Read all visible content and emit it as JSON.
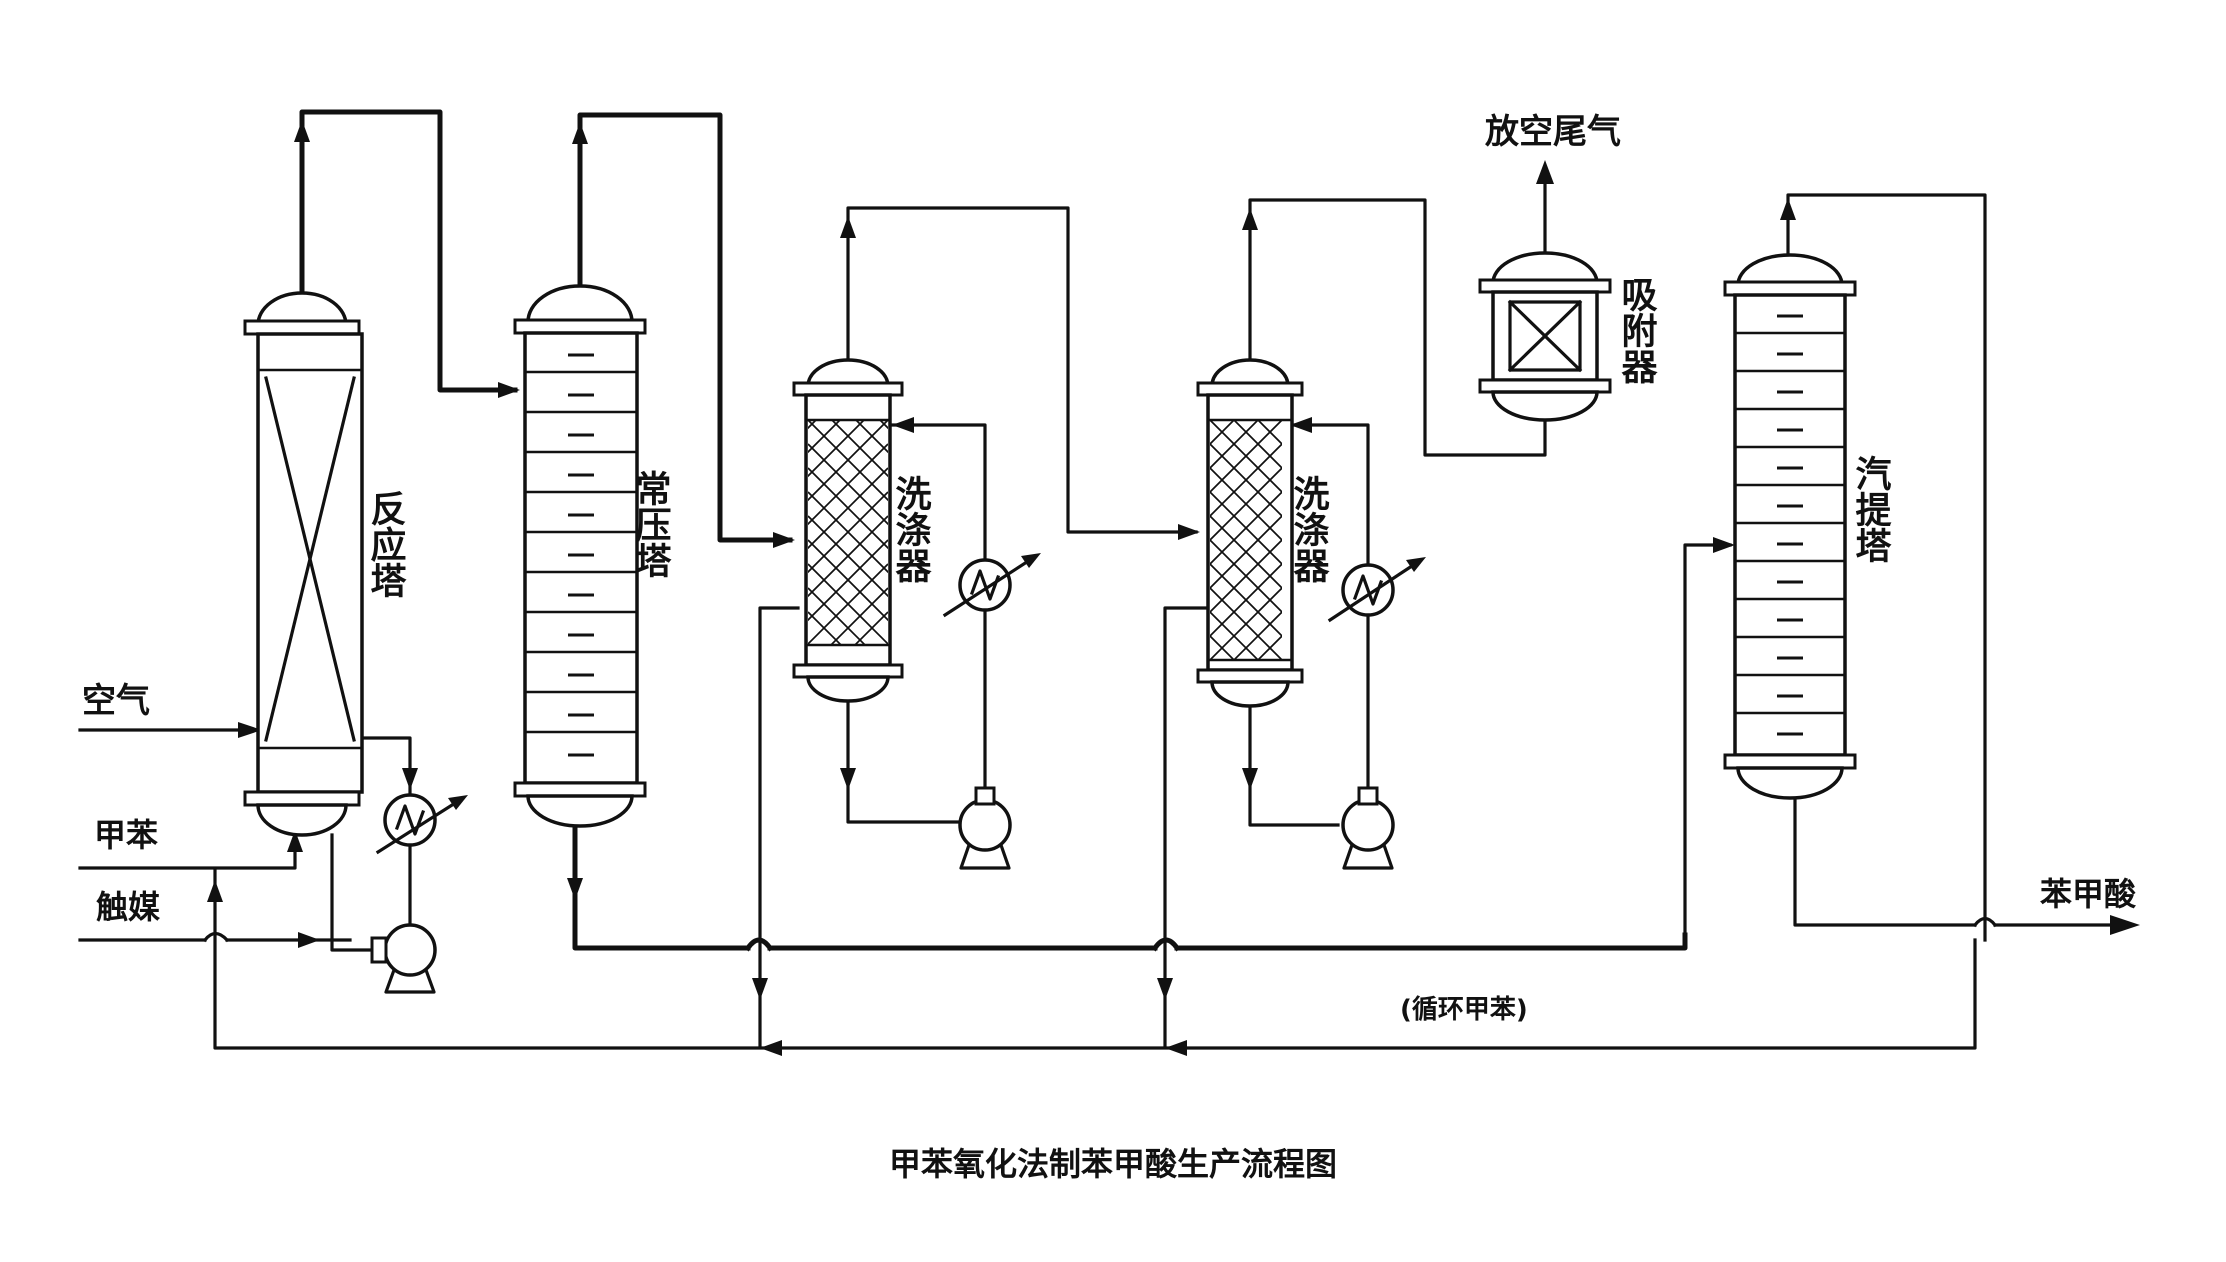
{
  "title": "甲苯氧化法制苯甲酸生产流程图",
  "equipment": {
    "reactor": "反应塔",
    "atmospheric_tower": "常压塔",
    "washer_1": "洗涤器",
    "washer_2": "洗涤器",
    "adsorber": "吸附器",
    "stripper": "汽提塔"
  },
  "streams": {
    "air": "空气",
    "toluene": "甲苯",
    "catalyst": "触媒",
    "vent_gas": "放空尾气",
    "product": "苯甲酸",
    "recycle": "(循环甲苯)"
  },
  "colors": {
    "ink": "#111111",
    "paper": "#ffffff"
  }
}
